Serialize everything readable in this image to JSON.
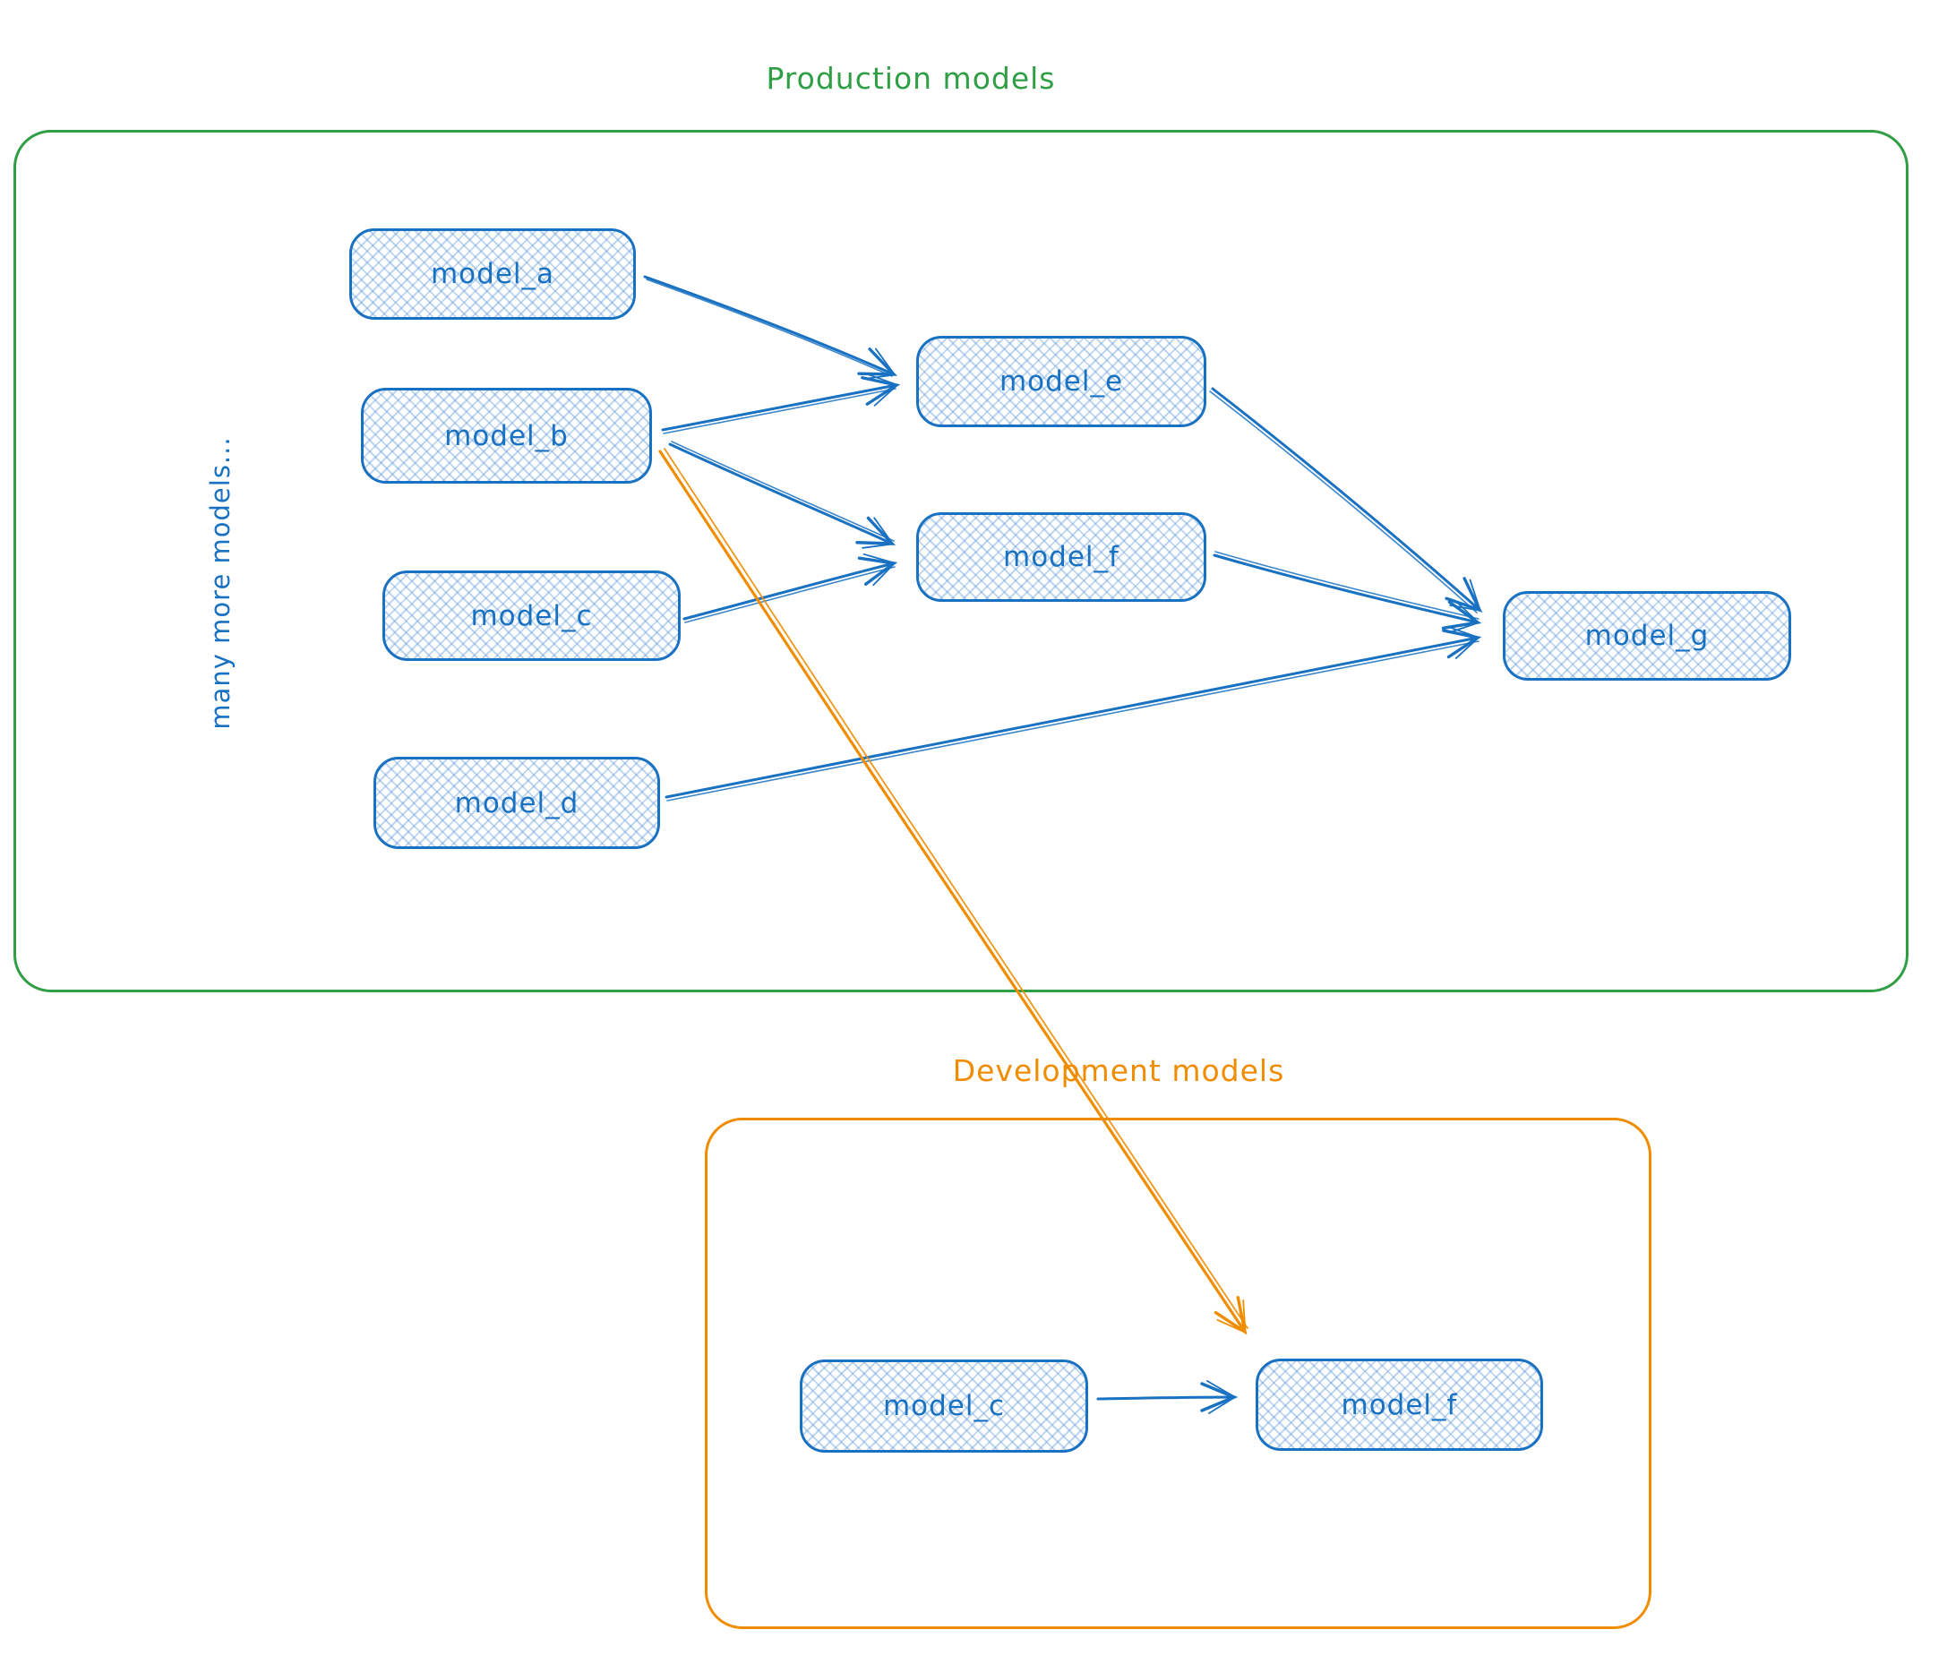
{
  "containers": {
    "production": {
      "title": "Production models"
    },
    "development": {
      "title": "Development models"
    }
  },
  "side_note": "many more models...",
  "nodes": {
    "model_a": {
      "label": "model_a"
    },
    "model_b": {
      "label": "model_b"
    },
    "model_c": {
      "label": "model_c"
    },
    "model_d": {
      "label": "model_d"
    },
    "model_e": {
      "label": "model_e"
    },
    "model_f": {
      "label": "model_f"
    },
    "model_g": {
      "label": "model_g"
    },
    "dev_model_c": {
      "label": "model_c"
    },
    "dev_model_f": {
      "label": "model_f"
    }
  },
  "edges": [
    {
      "from": "model_a",
      "to": "model_e",
      "color": "blue"
    },
    {
      "from": "model_b",
      "to": "model_e",
      "color": "blue"
    },
    {
      "from": "model_b",
      "to": "model_f",
      "color": "blue"
    },
    {
      "from": "model_c",
      "to": "model_f",
      "color": "blue"
    },
    {
      "from": "model_e",
      "to": "model_g",
      "color": "blue"
    },
    {
      "from": "model_f",
      "to": "model_g",
      "color": "blue"
    },
    {
      "from": "model_d",
      "to": "model_g",
      "color": "blue"
    },
    {
      "from": "model_b",
      "to": "dev_model_f",
      "color": "orange"
    },
    {
      "from": "dev_model_c",
      "to": "dev_model_f",
      "color": "blue"
    }
  ],
  "colors": {
    "node_stroke": "#1971c2",
    "node_hatch": "#aecdf0",
    "production_border": "#2f9e44",
    "development_border": "#f08c00",
    "edge_blue": "#1971c2",
    "edge_orange": "#f08c00",
    "background": "#ffffff"
  }
}
